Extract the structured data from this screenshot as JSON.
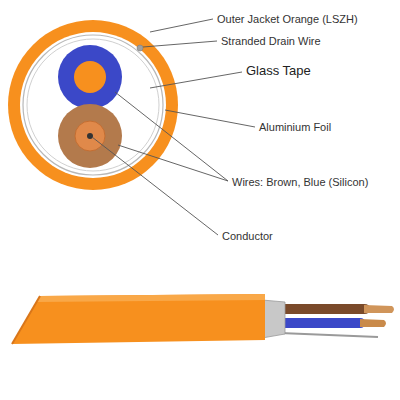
{
  "diagram": {
    "labels": [
      "Outer Jacket Orange (LSZH)",
      "Stranded Drain Wire",
      "Glass Tape",
      "Aluminium Foil",
      "Wires: Brown, Blue (Silicon)",
      "Conductor"
    ]
  }
}
